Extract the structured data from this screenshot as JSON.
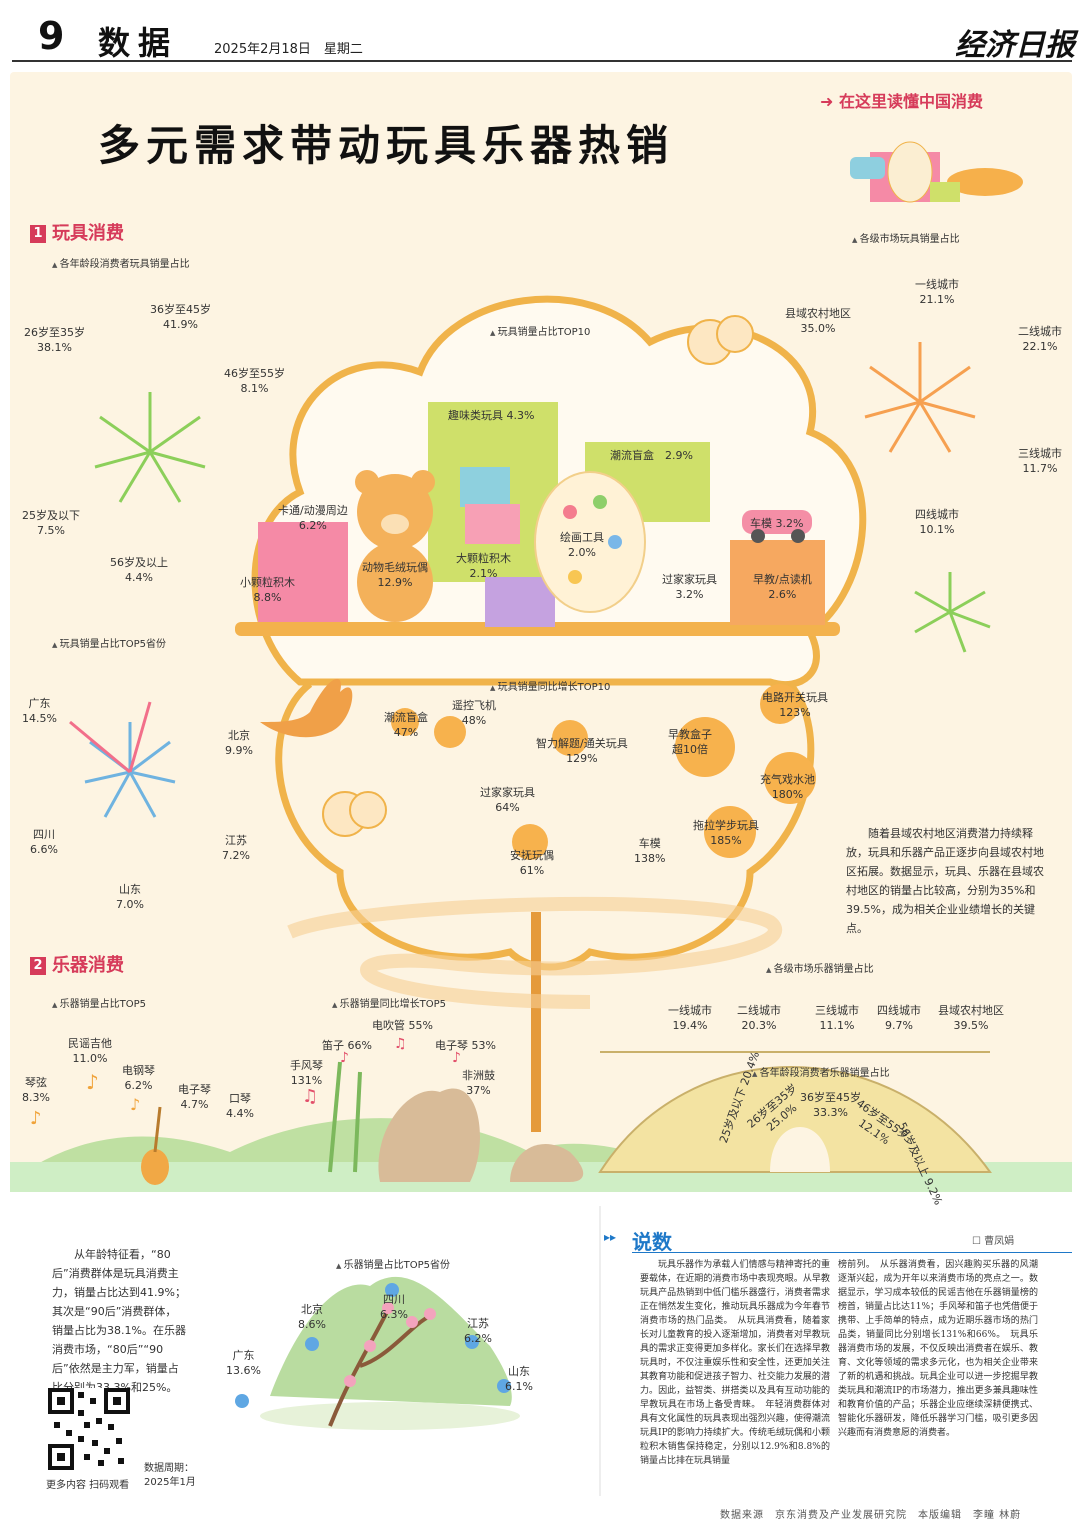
{
  "header": {
    "page_number": "9",
    "section": "数据",
    "date": "2025年2月18日　星期二",
    "masthead": "经济日报"
  },
  "poster": {
    "title": "多元需求带动玩具乐器热销",
    "tagline": "在这里读懂中国消费",
    "toys": {
      "section_num": "1",
      "section_title": "玩具消费",
      "age_chart": {
        "title": "各年龄段消费者玩具销量占比",
        "items": [
          {
            "label": "36岁至45岁",
            "value": "41.9%"
          },
          {
            "label": "26岁至35岁",
            "value": "38.1%"
          },
          {
            "label": "46岁至55岁",
            "value": "8.1%"
          },
          {
            "label": "25岁及以下",
            "value": "7.5%"
          },
          {
            "label": "56岁及以上",
            "value": "4.4%"
          }
        ]
      },
      "market_chart": {
        "title": "各级市场玩具销量占比",
        "items": [
          {
            "label": "一线城市",
            "value": "21.1%"
          },
          {
            "label": "县域农村地区",
            "value": "35.0%"
          },
          {
            "label": "二线城市",
            "value": "22.1%"
          },
          {
            "label": "三线城市",
            "value": "11.7%"
          },
          {
            "label": "四线城市",
            "value": "10.1%"
          }
        ]
      },
      "top10": {
        "title": "玩具销量占比TOP10",
        "items": [
          {
            "label": "趣味类玩具",
            "value": "4.3%"
          },
          {
            "label": "潮流盲盒",
            "value": "2.9%"
          },
          {
            "label": "卡通/动漫周边",
            "value": "6.2%"
          },
          {
            "label": "车模",
            "value": "3.2%"
          },
          {
            "label": "绘画工具",
            "value": "2.0%"
          },
          {
            "label": "大颗粒积木",
            "value": "2.1%"
          },
          {
            "label": "动物毛绒玩偶",
            "value": "12.9%"
          },
          {
            "label": "小颗粒积木",
            "value": "8.8%"
          },
          {
            "label": "过家家玩具",
            "value": "3.2%"
          },
          {
            "label": "早教/点读机",
            "value": "2.6%"
          }
        ]
      },
      "province_chart": {
        "title": "玩具销量占比TOP5省份",
        "items": [
          {
            "label": "广东",
            "value": "14.5%"
          },
          {
            "label": "北京",
            "value": "9.9%"
          },
          {
            "label": "四川",
            "value": "6.6%"
          },
          {
            "label": "江苏",
            "value": "7.2%"
          },
          {
            "label": "山东",
            "value": "7.0%"
          }
        ]
      },
      "growth_top10": {
        "title": "玩具销量同比增长TOP10",
        "items": [
          {
            "label": "潮流盲盒",
            "value": "47%"
          },
          {
            "label": "遥控飞机",
            "value": "48%"
          },
          {
            "label": "智力解题/通关玩具",
            "value": "129%"
          },
          {
            "label": "早教盒子",
            "value": "超10倍"
          },
          {
            "label": "电路开关玩具",
            "value": "123%"
          },
          {
            "label": "过家家玩具",
            "value": "64%"
          },
          {
            "label": "充气戏水池",
            "value": "180%"
          },
          {
            "label": "拖拉学步玩具",
            "value": "185%"
          },
          {
            "label": "车模",
            "value": "138%"
          },
          {
            "label": "安抚玩偶",
            "value": "61%"
          }
        ]
      },
      "note": "随着县域农村地区消费潜力持续释放，玩具和乐器产品正逐步向县域农村地区拓展。数据显示，玩具、乐器在县域农村地区的销量占比较高，分别为35%和39.5%，成为相关企业业绩增长的关键点。"
    },
    "instruments": {
      "section_num": "2",
      "section_title": "乐器消费",
      "top5": {
        "title": "乐器销量占比TOP5",
        "items": [
          {
            "label": "民谣吉他",
            "value": "11.0%"
          },
          {
            "label": "琴弦",
            "value": "8.3%"
          },
          {
            "label": "电钢琴",
            "value": "6.2%"
          },
          {
            "label": "电子琴",
            "value": "4.7%"
          },
          {
            "label": "口琴",
            "value": "4.4%"
          }
        ]
      },
      "growth_top5": {
        "title": "乐器销量同比增长TOP5",
        "items": [
          {
            "label": "电吹管",
            "value": "55%"
          },
          {
            "label": "笛子",
            "value": "66%"
          },
          {
            "label": "电子琴",
            "value": "53%"
          },
          {
            "label": "手风琴",
            "value": "131%"
          },
          {
            "label": "非洲鼓",
            "value": "37%"
          }
        ]
      },
      "market_chart": {
        "title": "各级市场乐器销量占比",
        "items": [
          {
            "label": "一线城市",
            "value": "19.4%"
          },
          {
            "label": "二线城市",
            "value": "20.3%"
          },
          {
            "label": "三线城市",
            "value": "11.1%"
          },
          {
            "label": "四线城市",
            "value": "9.7%"
          },
          {
            "label": "县域农村地区",
            "value": "39.5%"
          }
        ]
      },
      "age_chart": {
        "title": "各年龄段消费者乐器销量占比",
        "items": [
          {
            "label": "25岁及以下",
            "value": "20.4%"
          },
          {
            "label": "26岁至35岁",
            "value": "25.0%"
          },
          {
            "label": "36岁至45岁",
            "value": "33.3%"
          },
          {
            "label": "46岁至55岁",
            "value": "12.1%"
          },
          {
            "label": "56岁及以上",
            "value": "9.2%"
          }
        ]
      }
    }
  },
  "bottom": {
    "left_text": "从年龄特征看，“80后”消费群体是玩具消费主力，销量占比达到41.9%；其次是“90后”消费群体，销量占比为38.1%。在乐器消费市场，“80后”“90后”依然是主力军，销量占比分别为33.3%和25%。",
    "province_chart": {
      "title": "乐器销量占比TOP5省份",
      "items": [
        {
          "label": "北京",
          "value": "8.6%"
        },
        {
          "label": "四川",
          "value": "6.3%"
        },
        {
          "label": "江苏",
          "value": "6.2%"
        },
        {
          "label": "广东",
          "value": "13.6%"
        },
        {
          "label": "山东",
          "value": "6.1%"
        }
      ]
    },
    "qr_caption": "更多内容 扫码观看",
    "period_label": "数据周期：",
    "period_value": "2025年1月",
    "commentary": {
      "title": "说数",
      "author": "曹凤娟",
      "col1": "玩具乐器作为承载人们情感与精神寄托的重要载体，在近期的消费市场中表现亮眼。从早教玩具产品热销到中低门槛乐器盛行，消费者需求正在悄然发生变化，推动玩具乐器成为今年春节消费市场的热门品类。　从玩具消费看，随着家长对儿童教育的投入逐渐增加，消费者对早教玩具的需求正变得更加多样化。家长们在选择早教玩具时，不仅注重娱乐性和安全性，还更加关注其教育功能和促进孩子智力、社交能力发展的潜力。因此，益智类、拼搭类以及具有互动功能的早教玩具在市场上备受青睐。　年轻消费群体对具有文化属性的玩具表现出强烈兴趣，使得潮流玩具IP的影响力持续扩大。传统毛绒玩偶和小颗粒积木销售保持稳定，分别以12.9%和8.8%的销量占比排在玩具销量",
      "col2": "榜前列。　从乐器消费看，因兴趣购买乐器的风潮逐渐兴起，成为开年以来消费市场的亮点之一。数据显示，学习成本较低的民谣吉他在乐器销量榜的榜首，销量占比达11%；手风琴和笛子也凭借便于携带、上手简单的特点，成为近期乐器市场的热门品类，销量同比分别增长131%和66%。　玩具乐器消费市场的发展，不仅反映出消费者在娱乐、教育、文化等领域的需求多元化，也为相关企业带来了新的机遇和挑战。玩具企业可以进一步挖掘早教类玩具和潮流IP的市场潜力，推出更多兼具趣味性和教育价值的产品；乐器企业应继续深耕便携式、智能化乐器研发，降低乐器学习门槛，吸引更多因兴趣而有消费意愿的消费者。"
    },
    "footer": {
      "source_label": "数据来源",
      "source": "京东消费及产业发展研究院",
      "editor_label": "本版编辑",
      "editors": "李瞳 林蔚"
    }
  },
  "colors": {
    "accent": "#d63b5a",
    "background": "#fdf4e2",
    "frame": "#f0b34a",
    "blue": "#1e78c8"
  }
}
